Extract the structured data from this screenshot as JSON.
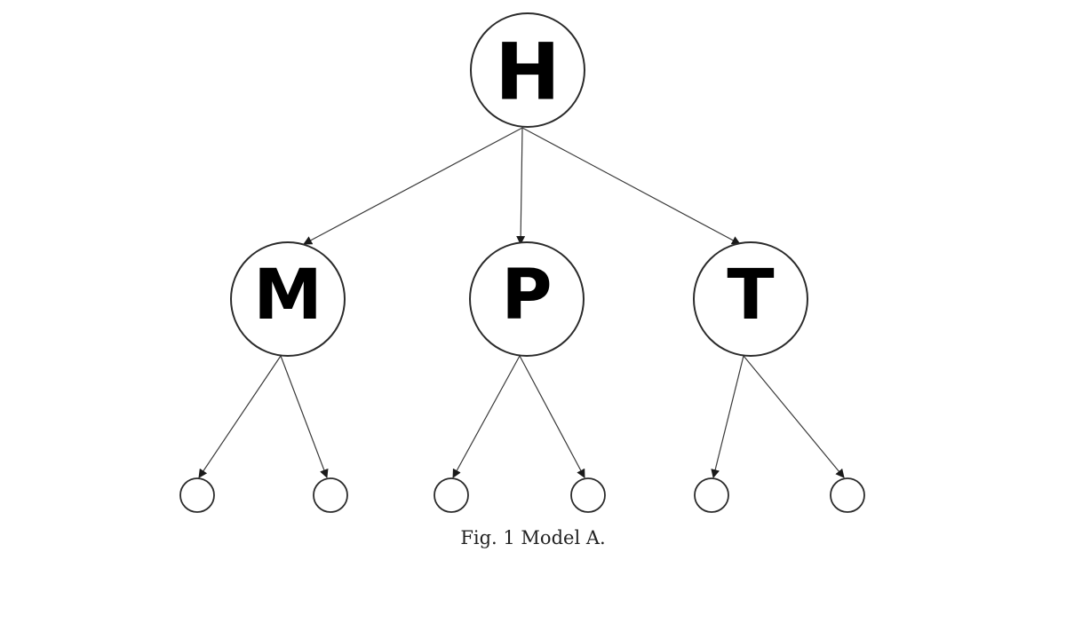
{
  "diagram": {
    "type": "tree",
    "root": {
      "label": "H",
      "children": [
        {
          "label": "M",
          "children": [
            {
              "label": ""
            },
            {
              "label": ""
            }
          ]
        },
        {
          "label": "P",
          "children": [
            {
              "label": ""
            },
            {
              "label": ""
            }
          ]
        },
        {
          "label": "T",
          "children": [
            {
              "label": ""
            },
            {
              "label": ""
            }
          ]
        }
      ]
    },
    "caption": "Fig. 1 Model A."
  }
}
